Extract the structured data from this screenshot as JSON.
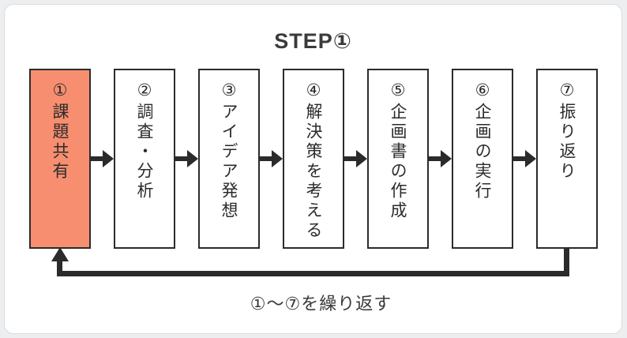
{
  "title": "STEP①",
  "steps": [
    {
      "label": "①課題共有",
      "highlight": true
    },
    {
      "label": "②調査・分析",
      "highlight": false
    },
    {
      "label": "③アイデア発想",
      "highlight": false
    },
    {
      "label": "④解決策を考える",
      "highlight": false
    },
    {
      "label": "⑤企画書の作成",
      "highlight": false
    },
    {
      "label": "⑥企画の実行",
      "highlight": false
    },
    {
      "label": "⑦振り返り",
      "highlight": false
    }
  ],
  "loop_caption": "①〜⑦を繰り返す",
  "colors": {
    "highlight_fill": "#f78e70",
    "stroke": "#2b2b2b",
    "card_bg": "#ffffff",
    "page_bg": "#eceeef"
  }
}
